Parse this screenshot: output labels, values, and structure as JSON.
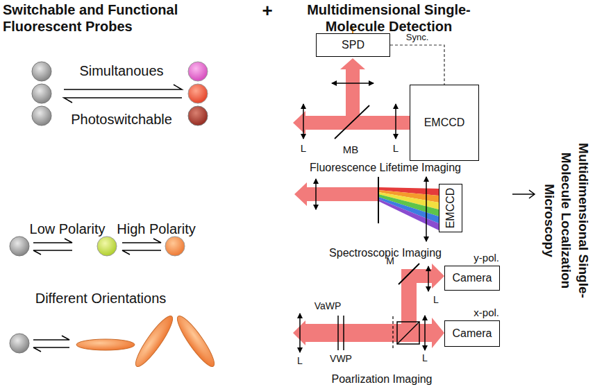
{
  "diagram": {
    "nodes": [
      {
        "text": [
          "SPD"
        ]
      },
      {
        "text": [
          "EMCCD"
        ]
      },
      {
        "text": [
          "EMCCD"
        ]
      },
      {
        "text": [
          "y-pol.",
          "Camera"
        ]
      },
      {
        "text": [
          "x-pol.",
          "Camera"
        ]
      }
    ],
    "edges": [
      {
        "from": 0,
        "to": 1,
        "arrow": "none",
        "label": "Sync."
      }
    ],
    "labels": [
      "Switchable and Functional Fluorescent Probes",
      "+",
      "Multidimensional Single-Molecule Detection",
      "Simultanoues",
      "Photoswitchable",
      "L",
      "MB",
      "L",
      "Fluorescence Lifetime Imaging",
      "Multidimensional Single-Molecule Localization Microscopy",
      "Low Polarity",
      "High Polarity",
      "Spectroscopic Imaging",
      "Different Orientations",
      "M",
      "L",
      "VaWP",
      "VWP",
      "L",
      "L",
      "Poarlization Imaging"
    ]
  }
}
